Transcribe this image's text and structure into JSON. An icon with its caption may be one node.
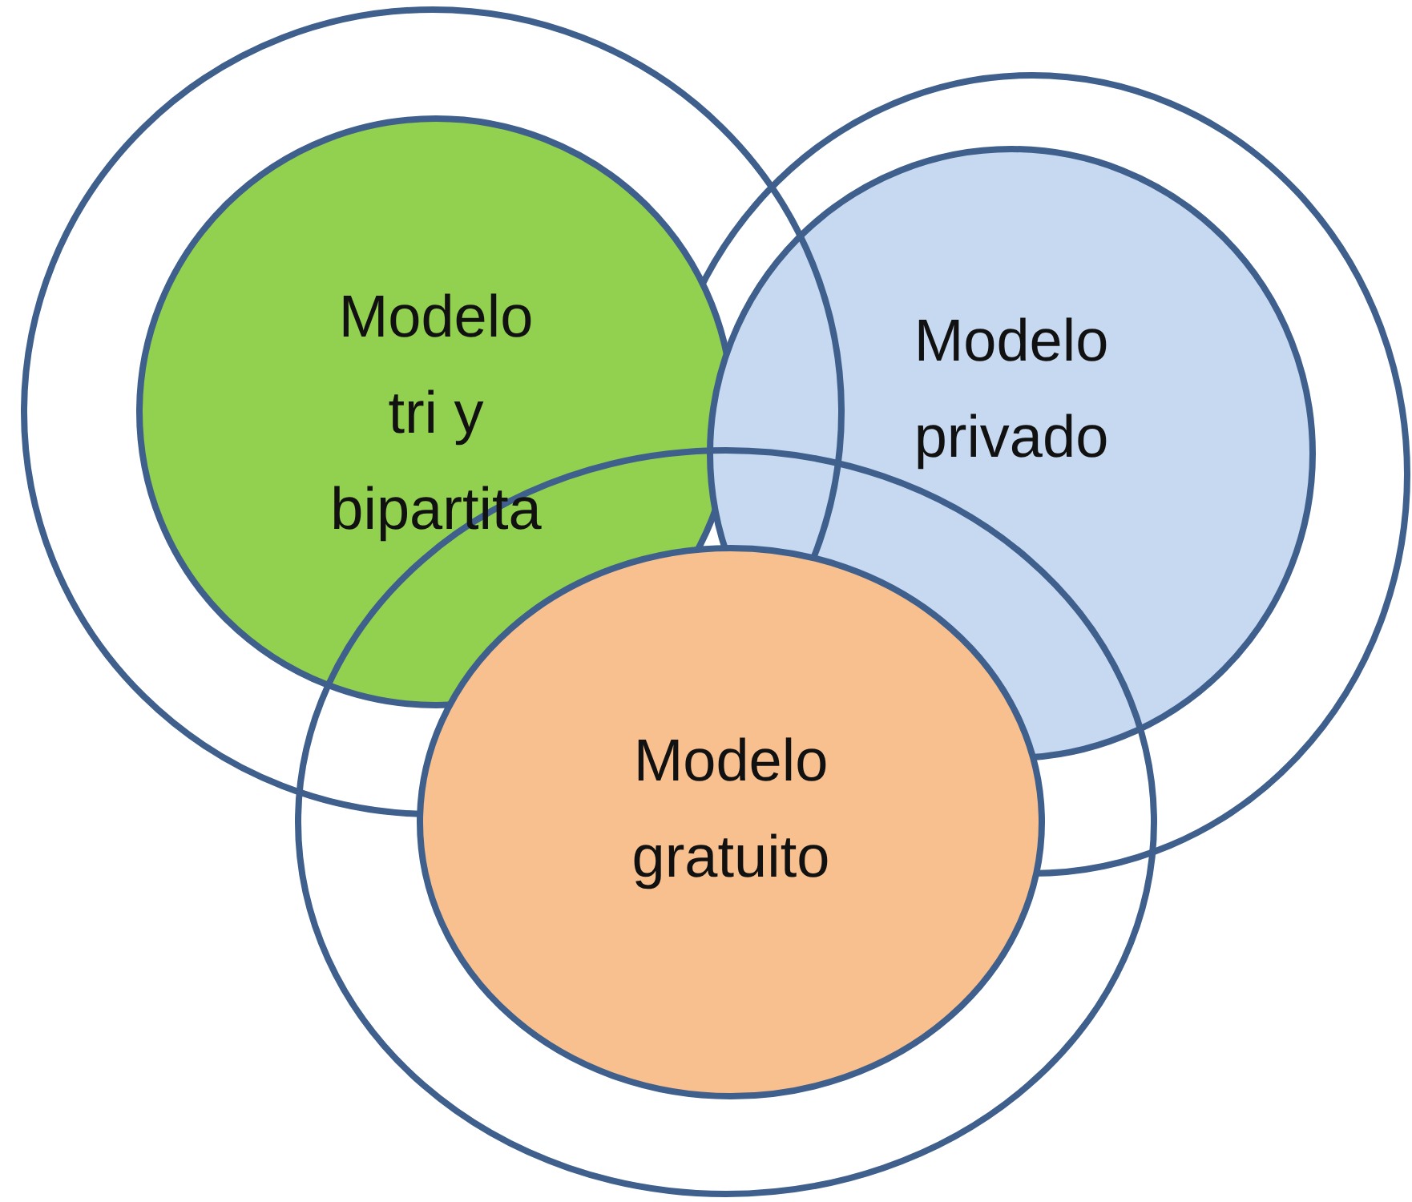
{
  "diagram": {
    "nodes": [
      {
        "text": [],
        "shape": "circle"
      },
      {
        "text": [
          "Modelo tri y bipartita"
        ],
        "in": 0
      },
      {
        "text": [],
        "shape": "circle"
      },
      {
        "text": [
          "Modelo privado"
        ],
        "in": 2
      },
      {
        "text": [],
        "shape": "circle"
      },
      {
        "text": [
          "Modelo gratuito"
        ],
        "in": 4
      }
    ]
  }
}
